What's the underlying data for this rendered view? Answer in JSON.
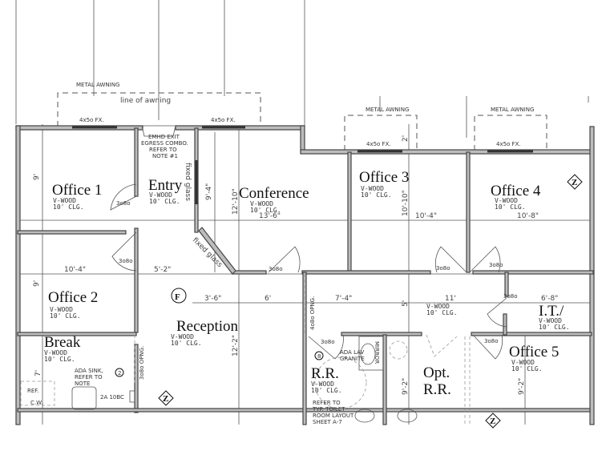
{
  "awnings": {
    "main": "METAL AWNING",
    "main_line": "line of awning",
    "office3": "METAL AWNING",
    "office4": "METAL AWNING"
  },
  "windows": {
    "w1": "4x5o FX.",
    "w2": "4x5o FX.",
    "w3": "4x5o FX.",
    "w4": "4x5o FX."
  },
  "door_label": "3o8o",
  "notes": {
    "exit": [
      "EMHD EXIT",
      "EGRESS COMBO.",
      "REFER TO",
      "NOTE #1"
    ],
    "fixed_glass": "fixed glass",
    "sink": [
      "ADA SINK,",
      "REFER TO",
      "NOTE"
    ],
    "extinguisher": "2A 10BC",
    "ref": "REF.",
    "cw": "C.W.",
    "lav": [
      "ADA LAV",
      "GRANITE"
    ],
    "mirror": "MIRROR",
    "toilet": [
      "REFER TO",
      "TYP. TOILET",
      "ROOM LAYOUT",
      "SHEET A-7"
    ],
    "opening1": "3o8o OPNG.",
    "opening2": "4o8o OPNG."
  },
  "finish": {
    "wall": "V-WOOD",
    "ceiling": "10' CLG."
  },
  "rooms": [
    {
      "name": "Office 1"
    },
    {
      "name": "Entry"
    },
    {
      "name": "Conference"
    },
    {
      "name": "Office 3"
    },
    {
      "name": "Office 4"
    },
    {
      "name": "Office 2"
    },
    {
      "name": "Reception"
    },
    {
      "name": "Break"
    },
    {
      "name": "R.R."
    },
    {
      "name": "Opt."
    },
    {
      "name": "R.R."
    },
    {
      "name": "I.T./"
    },
    {
      "name": "Office 5"
    }
  ],
  "dimensions": {
    "office1_h": "9'",
    "entry_glass": "9'-4\"",
    "conf_h": "12'-10\"",
    "conf_w": "13'-6\"",
    "office3_h": "10'-10\"",
    "office3_w": "10'-4\"",
    "office4_w": "10'-8\"",
    "awning": "2'",
    "office2_w": "10'-4\"",
    "entry_w": "5'-2\"",
    "office2_h": "9'",
    "recep_a": "3'-6\"",
    "recep_b": "6'",
    "recep_h": "12'-2\"",
    "break_h": "7'",
    "hall_a": "7'-4\"",
    "hall_b": "11'",
    "hall_h": "5'",
    "it_w": "6'-8\"",
    "opt_h": "9'-2\"",
    "office5_h": "9'-2\""
  },
  "symbols": {
    "f": "F",
    "z": "Z",
    "two": "2",
    "eight": "8"
  }
}
